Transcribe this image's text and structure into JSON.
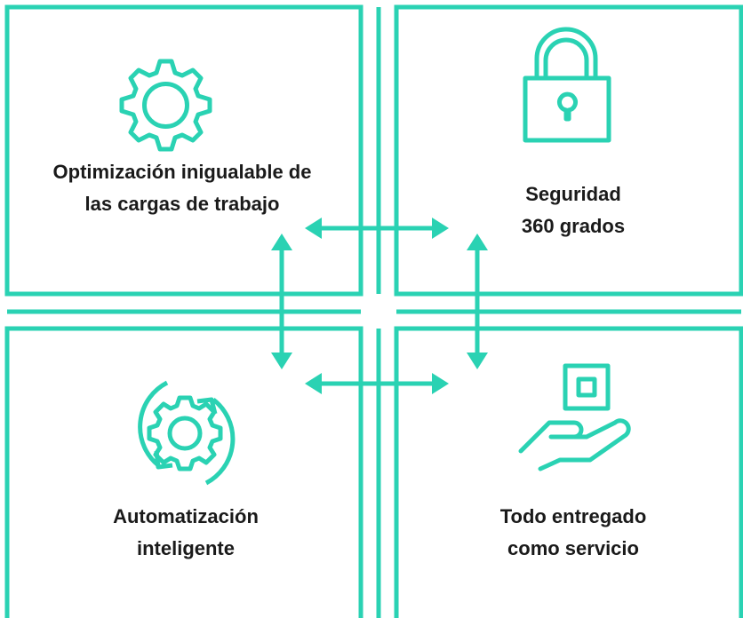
{
  "accent_color": "#2ad2b3",
  "text_color": "#1a1a1a",
  "quadrants": [
    {
      "id": "workload",
      "icon": "gear-icon",
      "lines": [
        "Optimización inigualable de",
        "las cargas de trabajo"
      ]
    },
    {
      "id": "security",
      "icon": "padlock-icon",
      "lines": [
        "Seguridad",
        "360 grados"
      ]
    },
    {
      "id": "automation",
      "icon": "gear-cycle-icon",
      "lines": [
        "Automatización",
        "inteligente"
      ]
    },
    {
      "id": "service",
      "icon": "hand-chip-icon",
      "lines": [
        "Todo entregado",
        "como servicio"
      ]
    }
  ]
}
